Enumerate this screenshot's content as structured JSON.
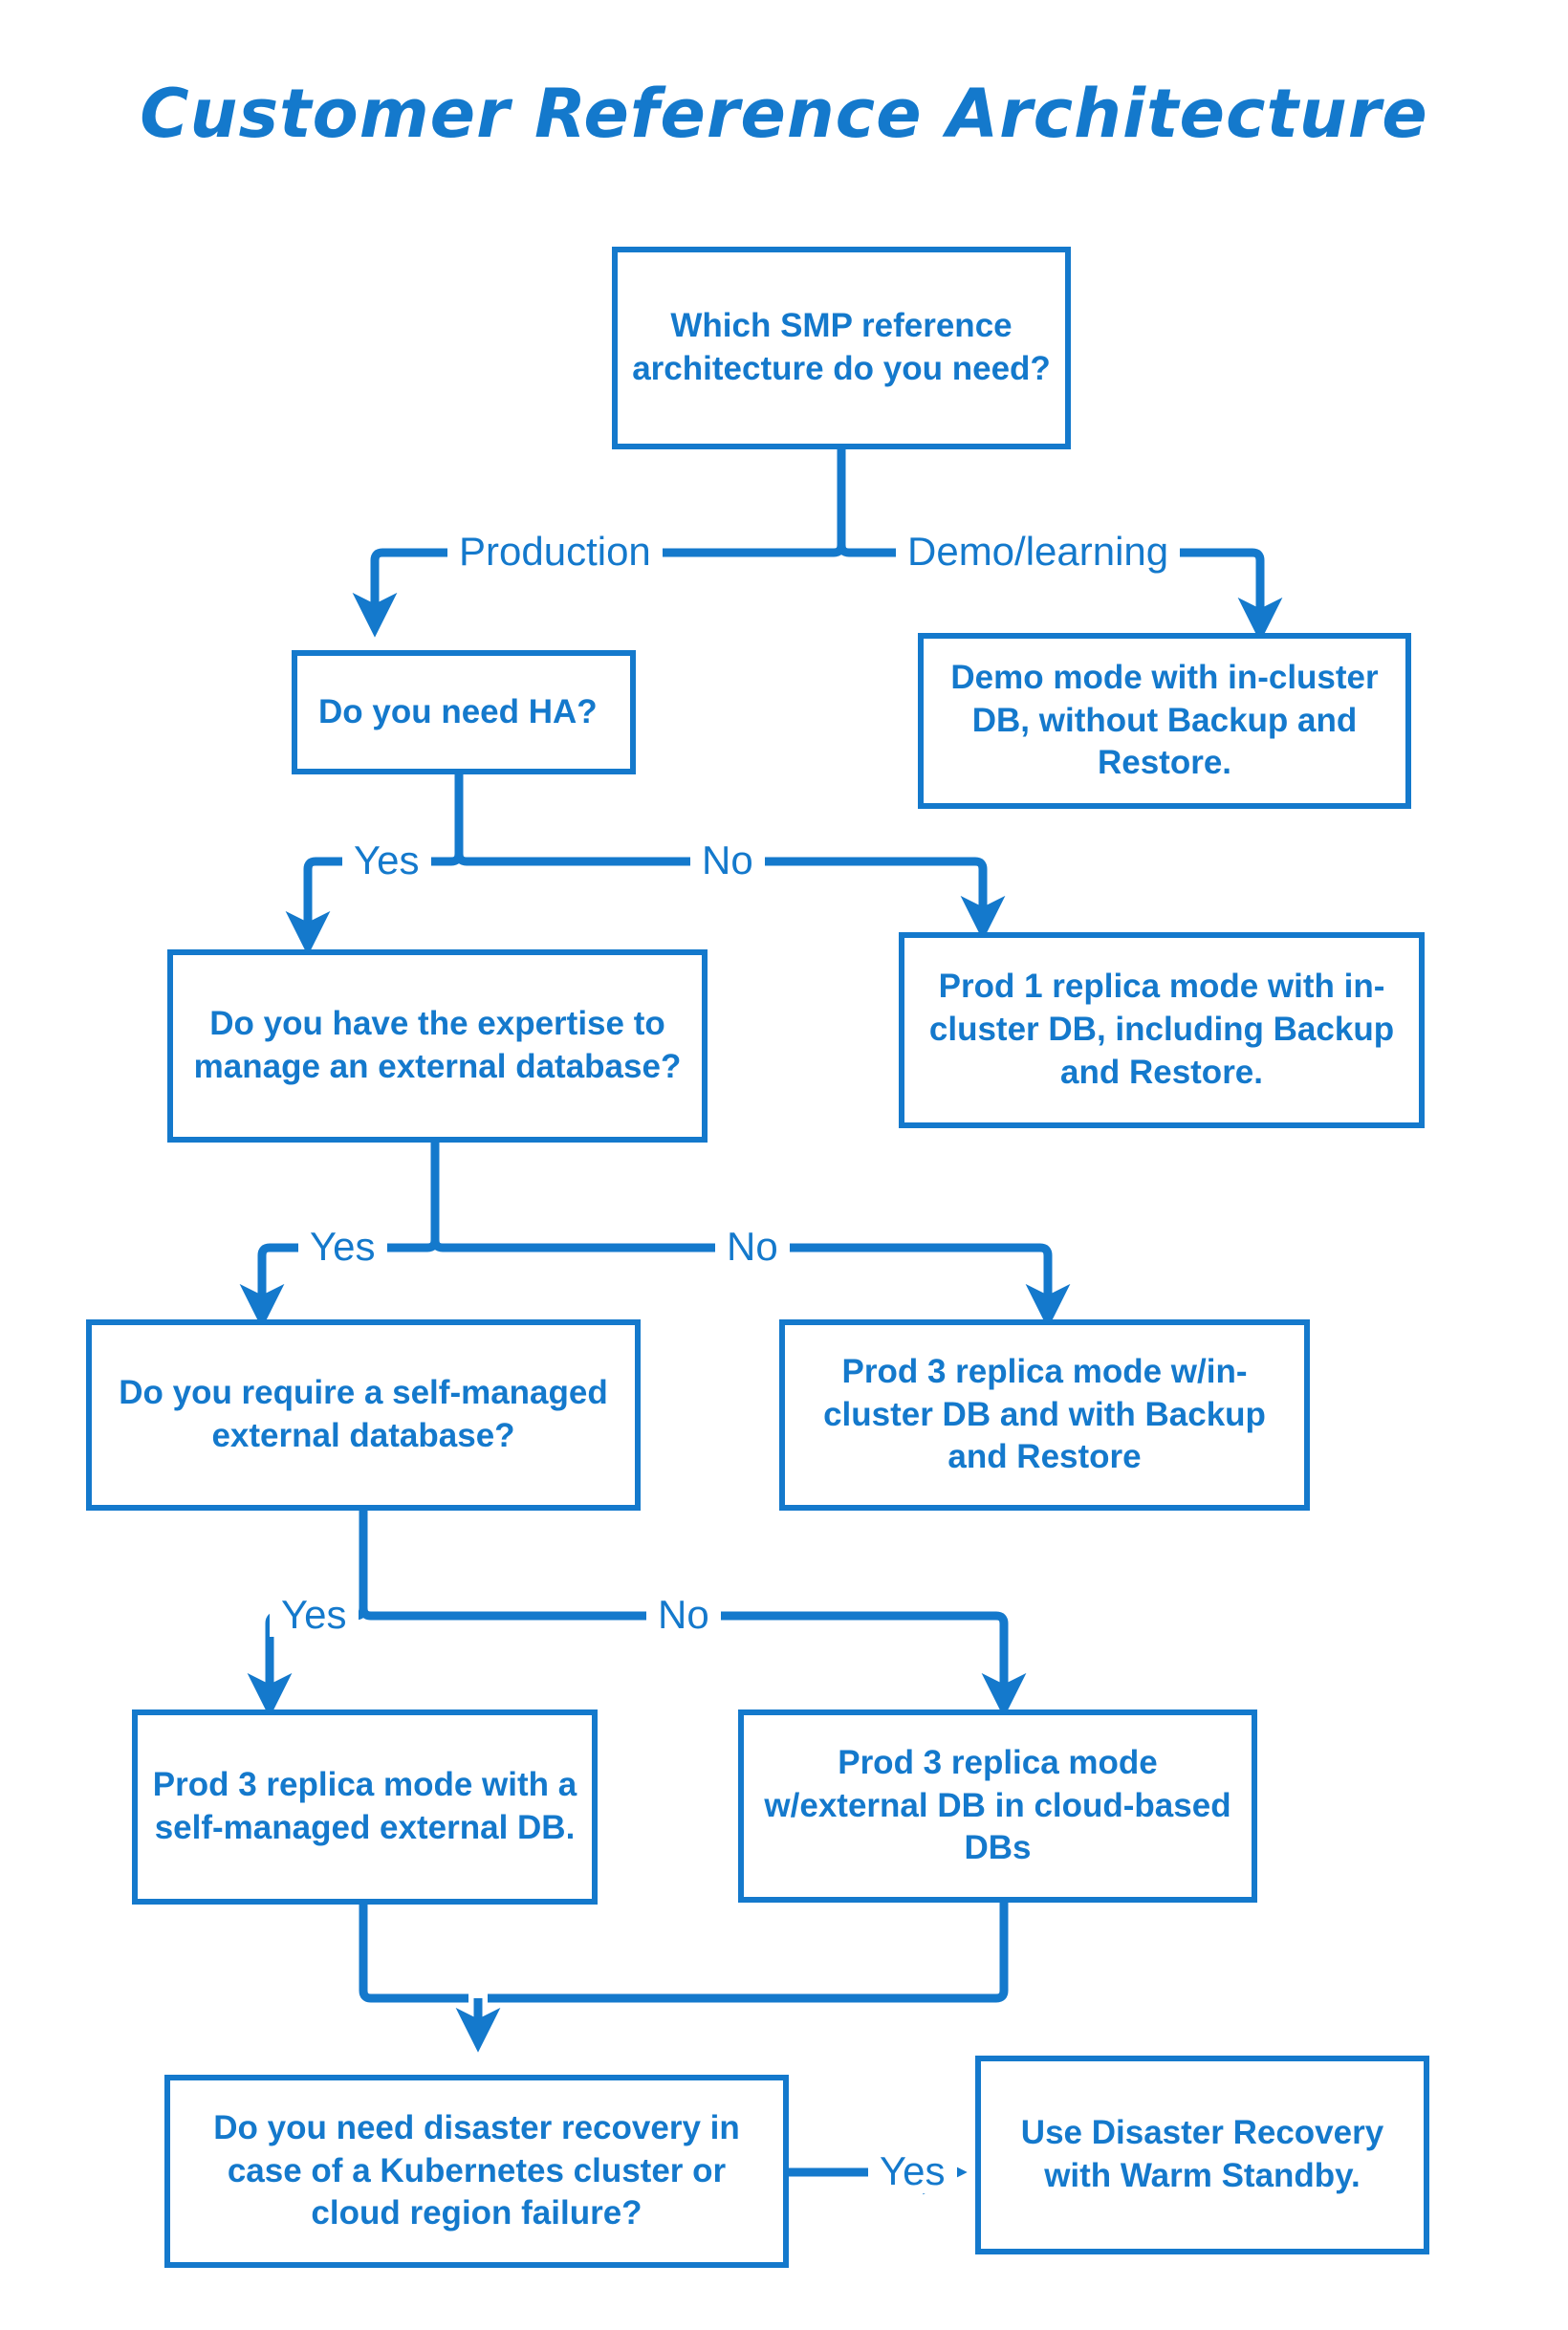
{
  "diagram": {
    "title": "Customer Reference Architecture",
    "accent_color": "#1479CC",
    "background_color": "#FFFFFF",
    "type": "flowchart"
  },
  "nodes": {
    "q_which": "Which SMP reference architecture do you need?",
    "q_ha": "Do you need HA?",
    "r_demo": "Demo mode with in-cluster DB, without Backup and Restore.",
    "q_expertise": "Do you have the expertise to manage an external database?",
    "r_prod1": "Prod 1 replica mode with in-cluster DB, including Backup and Restore.",
    "q_selfmanaged": "Do you require a self-managed external database?",
    "r_prod3_incluster": "Prod 3 replica mode w/in-cluster DB and with Backup and Restore",
    "r_prod3_selfmanaged": "Prod 3 replica mode with a self-managed external DB.",
    "r_prod3_cloud": "Prod 3 replica mode w/external DB in cloud-based DBs",
    "q_dr": "Do you need disaster recovery in case of a Kubernetes cluster or cloud region failure?",
    "r_warm_standby": "Use Disaster Recovery with Warm Standby."
  },
  "edge_labels": {
    "production": "Production",
    "demo_learning": "Demo/learning",
    "ha_yes": "Yes",
    "ha_no": "No",
    "expertise_yes": "Yes",
    "expertise_no": "No",
    "selfmanaged_yes": "Yes",
    "selfmanaged_no": "No",
    "dr_yes": "Yes"
  }
}
